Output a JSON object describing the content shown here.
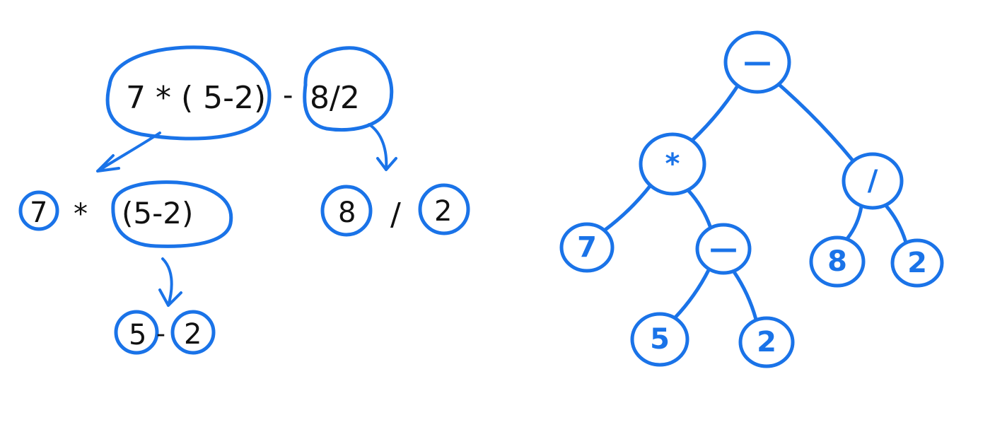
{
  "colors": {
    "ink": "#111111",
    "marker": "#1a73e8"
  },
  "decomposition": {
    "expression": {
      "left_part": "7 * ( 5-2)",
      "operator": "-",
      "right_part": "8/2"
    },
    "level2_left": {
      "operand_a": "7",
      "operator": "*",
      "operand_b": "(5-2)"
    },
    "level2_right": {
      "operand_a": "8",
      "operator": "/",
      "operand_b": "2"
    },
    "level3": {
      "operand_a": "5",
      "operator": "-",
      "operand_b": "2"
    }
  },
  "tree": {
    "nodes": [
      {
        "id": "root",
        "label": "—"
      },
      {
        "id": "mul",
        "label": "*"
      },
      {
        "id": "div",
        "label": "/"
      },
      {
        "id": "seven",
        "label": "7"
      },
      {
        "id": "minus",
        "label": "—"
      },
      {
        "id": "eight",
        "label": "8"
      },
      {
        "id": "two-right",
        "label": "2"
      },
      {
        "id": "five",
        "label": "5"
      },
      {
        "id": "two-inner",
        "label": "2"
      }
    ],
    "edges": [
      [
        "root",
        "mul"
      ],
      [
        "root",
        "div"
      ],
      [
        "mul",
        "seven"
      ],
      [
        "mul",
        "minus"
      ],
      [
        "minus",
        "five"
      ],
      [
        "minus",
        "two-inner"
      ],
      [
        "div",
        "eight"
      ],
      [
        "div",
        "two-right"
      ]
    ]
  }
}
